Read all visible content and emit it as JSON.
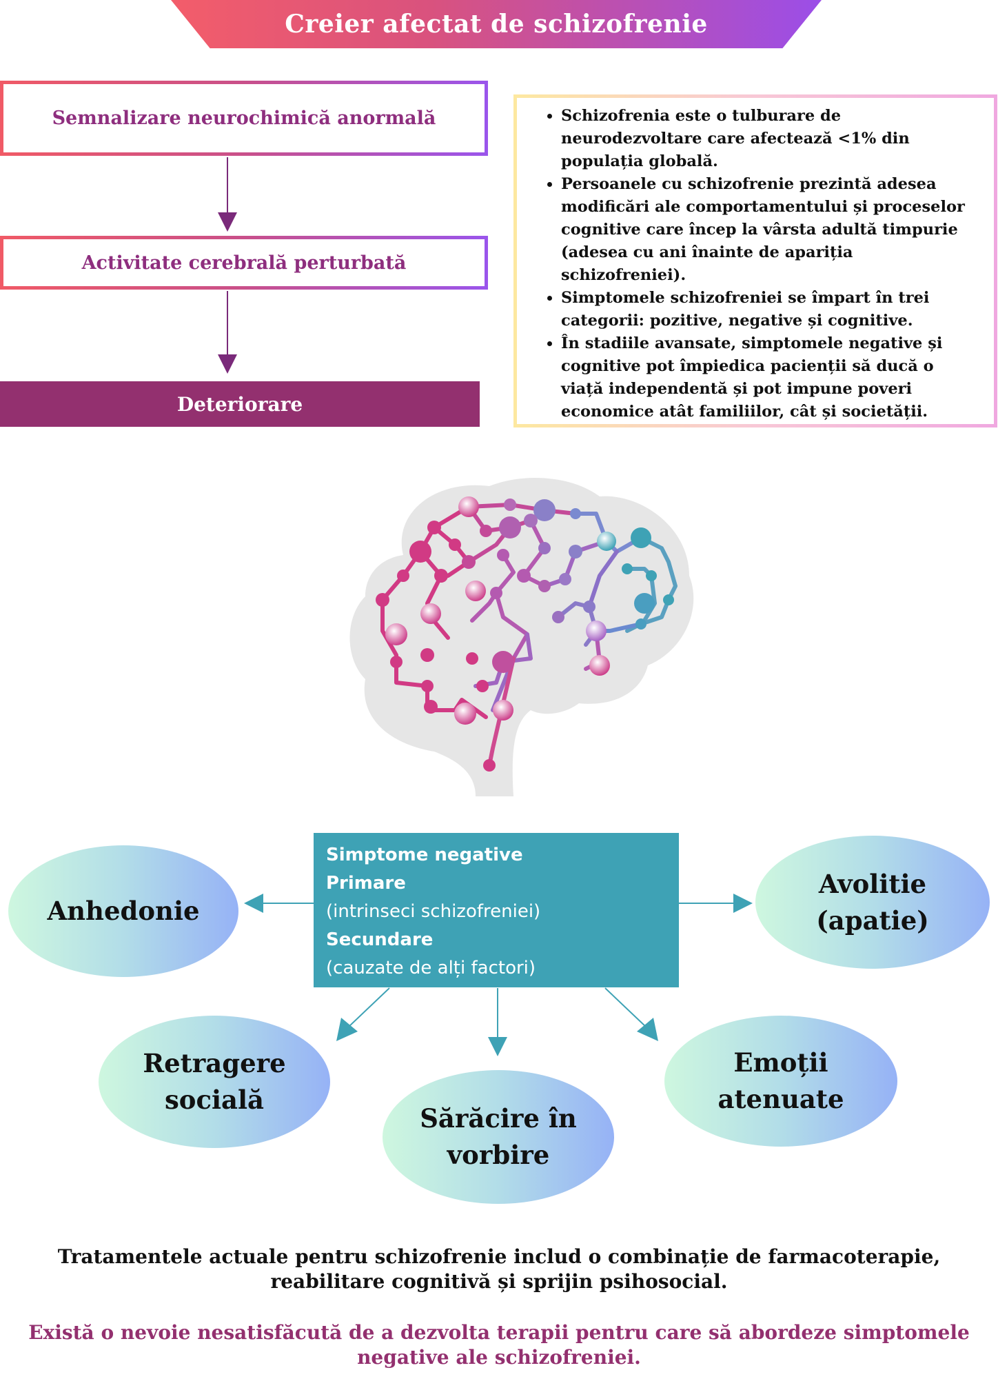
{
  "title": "Creier afectat de schizofrenie",
  "flow": {
    "step1": "Semnalizare neurochimică anormală",
    "step2": "Activitate cerebrală perturbată",
    "step3": "Deteriorare"
  },
  "info": {
    "bullets": [
      "Schizofrenia este o tulburare de neurodezvoltare care afectează <1% din populația globală.",
      "Persoanele cu schizofrenie prezintă adesea modificări ale comportamentului și proceselor cognitive care încep la vârsta adultă timpurie (adesea cu ani înainte de apariția schizofreniei).",
      "Simptomele schizofreniei se împart în trei categorii: pozitive, negative și cognitive.",
      "În stadiile avansate, simptomele negative și cognitive pot împiedica pacienții să ducă o viață independentă și pot impune poveri economice atât familiilor, cât și societății."
    ]
  },
  "negative": {
    "title": "Simptome negative",
    "primary": "Primare",
    "primary_desc": "(intrinseci schizofreniei)",
    "secondary": "Secundare",
    "secondary_desc": "(cauzate de alți factori)"
  },
  "symptoms": {
    "anhedonie": "Anhedonie",
    "avolitie_line1": "Avolitie",
    "avolitie_line2": "(apatie)",
    "retragere_line1": "Retragere",
    "retragere_line2": "socială",
    "saracire_line1": "Sărăcire în",
    "saracire_line2": "vorbire",
    "emotii_line1": "Emoții",
    "emotii_line2": "atenuate"
  },
  "bottom": {
    "treatment": "Tratamentele actuale pentru schizofrenie includ o combinație de  farmacoterapie, reabilitare cognitivă și sprijin psihosocial.",
    "need": "Există o nevoie nesatisfăcută de a dezvolta terapii pentru care să abordeze simptomele negative ale schizofreniei."
  },
  "colors": {
    "accent_purple": "#93306f",
    "teal": "#3ea2b5",
    "flow_arrow": "#7a2a7a"
  },
  "icons": [
    "brain-network-icon"
  ]
}
